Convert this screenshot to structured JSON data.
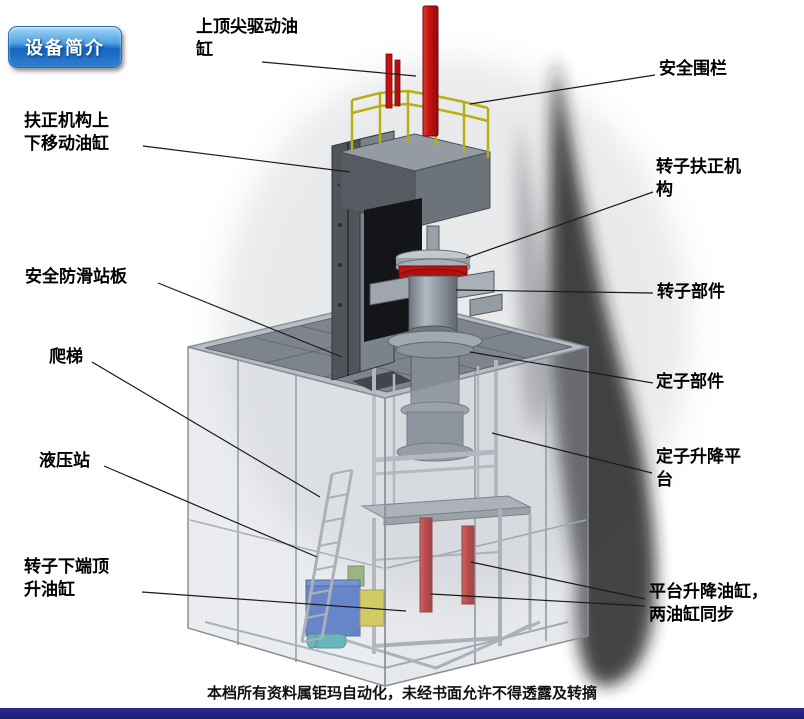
{
  "badge": {
    "label": "设备简介"
  },
  "footer": {
    "note": "本档所有资料属钜玛自动化，未经书面允许不得透露及转摘"
  },
  "colors": {
    "cylinder_red": "#c41212",
    "railing_yellow": "#b6b014",
    "hydraulic_blue": "#2d5bc4",
    "accessory_yellow": "#d6ca20",
    "badge_blue": "#1565c0",
    "bottom_bar_navy": "#1c1c6e",
    "structure_gray": "#8a9097"
  },
  "labels": [
    {
      "id": "top-center-drive-cylinder",
      "text": "上顶尖驱动油\n缸"
    },
    {
      "id": "safety-fence",
      "text": "安全围栏"
    },
    {
      "id": "straightener-updown-cylinder",
      "text": "扶正机构上\n下移动油缸"
    },
    {
      "id": "rotor-straightening-mechanism",
      "text": "转子扶正机\n构"
    },
    {
      "id": "anti-slip-standing-plate",
      "text": "安全防滑站板"
    },
    {
      "id": "rotor-part",
      "text": "转子部件"
    },
    {
      "id": "ladder",
      "text": "爬梯"
    },
    {
      "id": "stator-part",
      "text": "定子部件"
    },
    {
      "id": "hydraulic-station",
      "text": "液压站"
    },
    {
      "id": "stator-lift-platform",
      "text": "定子升降平\n台"
    },
    {
      "id": "rotor-bottom-jack-cylinder",
      "text": "转子下端顶\n升油缸"
    },
    {
      "id": "platform-lift-cylinders",
      "text": "平台升降油缸，\n两油缸同步"
    }
  ]
}
